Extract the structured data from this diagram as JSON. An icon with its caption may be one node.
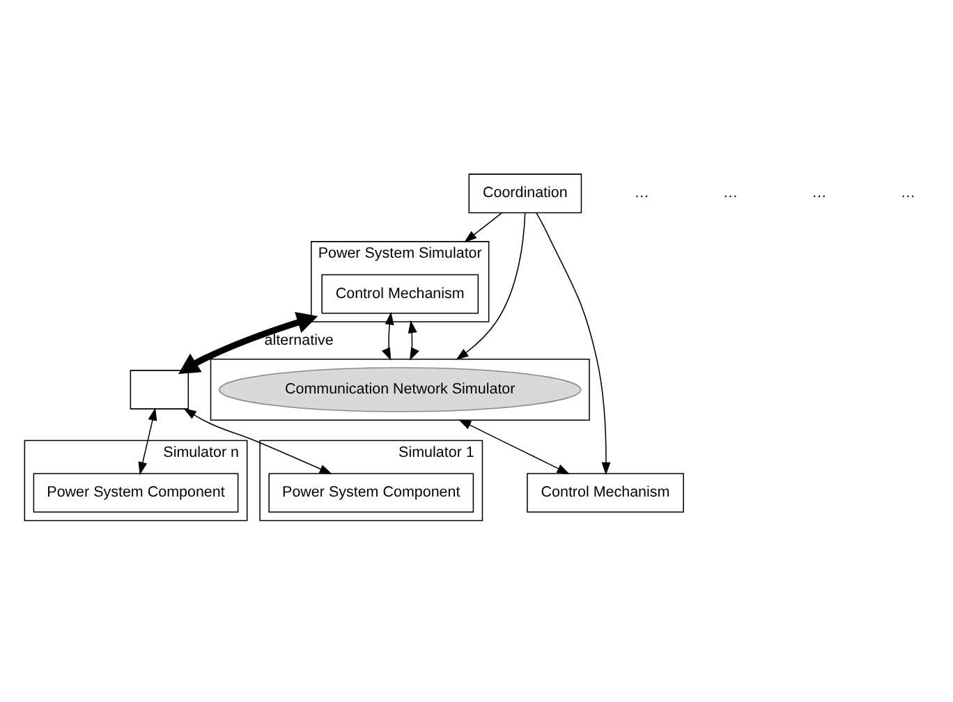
{
  "diagram": {
    "nodes": [
      {
        "text": [
          "Power System Simulator"
        ]
      },
      {
        "text": [
          "Control Mechanism"
        ],
        "in": 0
      },
      {
        "text": [],
        "shape": "box"
      },
      {
        "text": [
          "Communication Network Simulator"
        ],
        "in": 2
      },
      {
        "text": [
          "Control Mechanism"
        ]
      },
      {
        "text": [
          "Coordination"
        ]
      },
      {
        "text": [],
        "shape": "box"
      },
      {
        "text": [
          "Simulator 1"
        ]
      },
      {
        "text": [
          "Power System Component"
        ],
        "in": 7
      },
      {
        "text": [
          "Simulator n"
        ]
      },
      {
        "text": [
          "Power System Component"
        ],
        "in": 9
      }
    ],
    "edges": [
      {
        "from": 1,
        "to": 2,
        "arrow": "both"
      },
      {
        "from": 0,
        "to": 2,
        "arrow": "both"
      },
      {
        "from": 2,
        "to": 4,
        "arrow": "both"
      },
      {
        "from": 5,
        "to": 0,
        "arrow": "to"
      },
      {
        "from": 5,
        "to": 2,
        "arrow": "to"
      },
      {
        "from": 5,
        "to": 4,
        "arrow": "to"
      },
      {
        "from": 0,
        "to": 6,
        "arrow": "both",
        "label": "alternative",
        "style": "thick"
      },
      {
        "from": 6,
        "to": 8,
        "arrow": "both"
      },
      {
        "from": 6,
        "to": 10,
        "arrow": "both"
      }
    ],
    "labels": [
      "…",
      "…",
      "…",
      "…"
    ]
  }
}
